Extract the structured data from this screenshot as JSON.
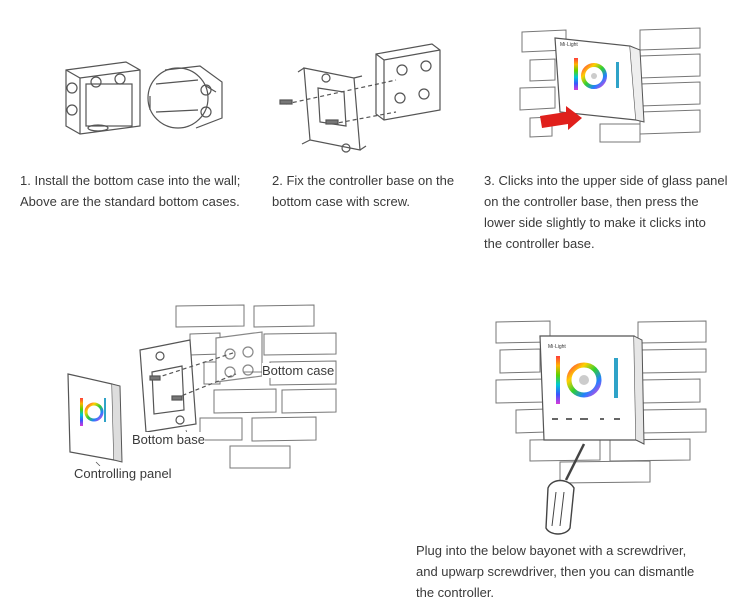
{
  "steps": [
    {
      "caption": "1. Install the bottom case into the wall;\n    Above are the standard bottom cases."
    },
    {
      "caption": "2. Fix the controller base on the\n    bottom case with screw."
    },
    {
      "caption": "3. Clicks into the upper side of glass panel\n    on the controller base, then press the\n    lower side slightly to make it clicks into\n    the controller base."
    },
    {
      "caption": "Plug into the below bayonet with a screwdriver,\nand upwarp screwdriver, then you can dismantle\nthe controller."
    }
  ],
  "labels": {
    "bottom_case": "Bottom case",
    "bottom_base": "Bottom base",
    "controlling_panel": "Controlling panel"
  },
  "brand_logo": "Mi·Light",
  "colors": {
    "line": "#555555",
    "arrow": "#e0201c",
    "brick": "#6a6a6a",
    "handle": "#666666"
  }
}
